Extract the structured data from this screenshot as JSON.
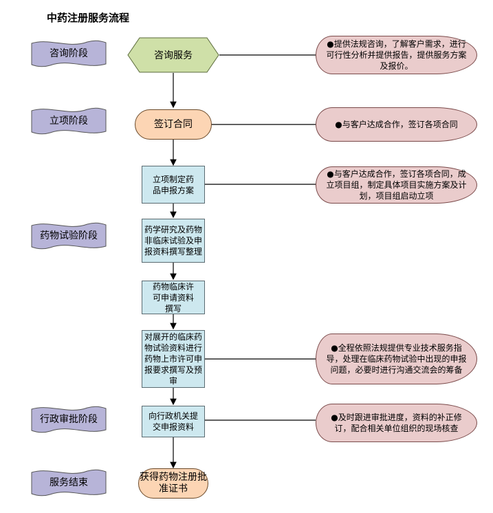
{
  "title": "中药注册服务流程",
  "stages": [
    "咨询阶段",
    "立项阶段",
    "药物试验阶段",
    "行政审批阶段",
    "服务结束"
  ],
  "process": {
    "start": "咨询服务",
    "sign": "签订合同",
    "plan": "立项制定药品申报方案",
    "research": "药学研究及药物非临床试验及申报资料撰写整理",
    "clinical_permit": "药物临床许可申请资料撰写",
    "market": "对展开的临床药物试验资料进行药物上市许可申报要求撰写及预审",
    "submit": "向行政机关提交申报资料",
    "end": "获得药物注册批准证书"
  },
  "notes": [
    "●提供法规咨询，了解客户需求，进行可行性分析并提供报告，提供服务方案及报价。",
    "●与客户达成合作，签订各项合同",
    "●与客户达成合作，签订各项合同，成立项目组，制定具体项目实施方案及计划，项目组启动立项",
    "●全程依照法规提供专业技术服务指导，处理在临床药物试验中出现的申报问题，必要时进行沟通交流会的筹备",
    "●及时跟进审批进度，资料的补正修订，配合相关单位组织的现场核查"
  ],
  "colors": {
    "stage_fill": "#b7b4d8",
    "hex_fill": "#cfe0a8",
    "terminal_fill": "#fcd5b4",
    "process_fill": "#cde8ef",
    "note_fill": "#eacccc"
  }
}
